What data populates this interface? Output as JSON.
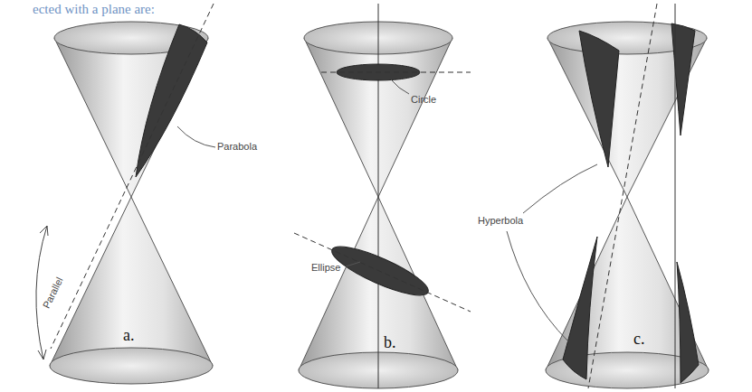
{
  "diagram": {
    "labels": [
      "ected with a plane are:",
      "Parabola",
      "Parallel",
      "a.",
      "Circle",
      "Ellipse",
      "b.",
      "Hyperbola",
      "c."
    ]
  }
}
